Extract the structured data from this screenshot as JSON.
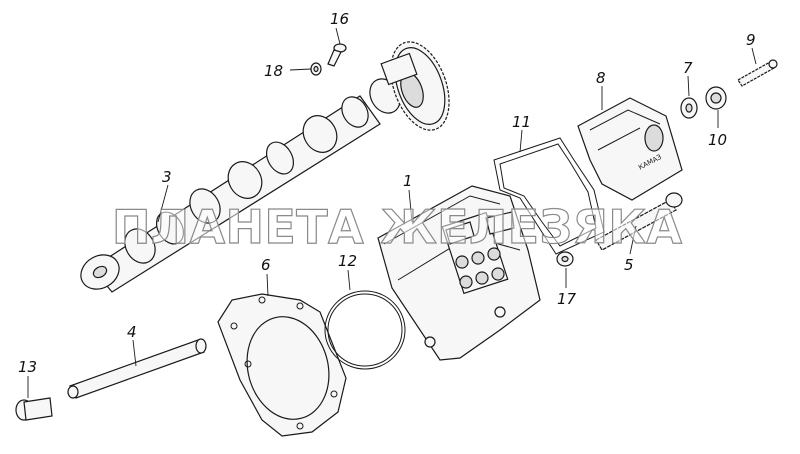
{
  "diagram": {
    "part_labels": {
      "p1": "1",
      "p3": "3",
      "p4": "4",
      "p5": "5",
      "p6": "6",
      "p7": "7",
      "p8": "8",
      "p9": "9",
      "p10": "10",
      "p11": "11",
      "p12": "12",
      "p13": "13",
      "p16": "16",
      "p17": "17",
      "p18": "18"
    },
    "cover_brand": "КАМАЗ",
    "watermark": "ПЛАНЕТА ЖЕЛЕЗЯКА",
    "colors": {
      "line": "#1a1a1a",
      "fill": "#f7f7f7",
      "watermark_stroke": "#8a8a8a"
    }
  }
}
